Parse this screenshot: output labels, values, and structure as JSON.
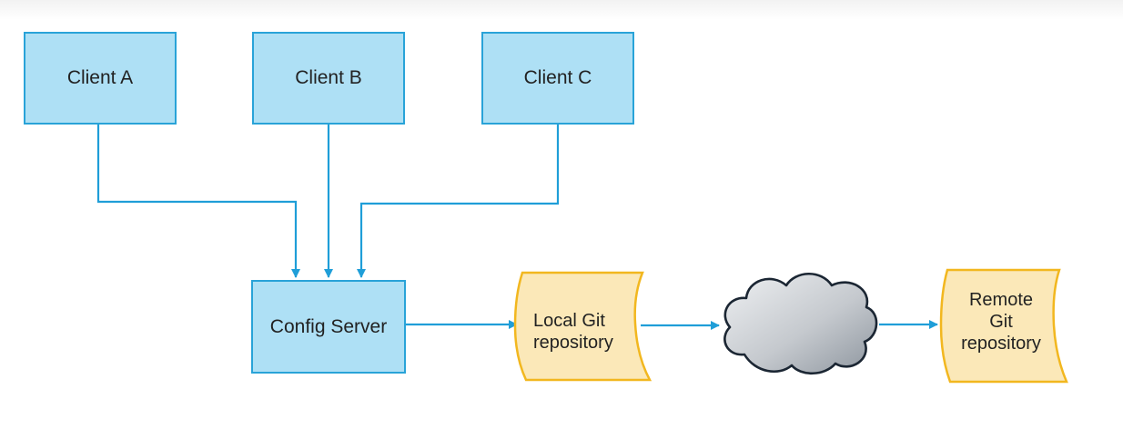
{
  "diagram": {
    "clients": [
      {
        "label": "Client A"
      },
      {
        "label": "Client B"
      },
      {
        "label": "Client C"
      }
    ],
    "config_server": {
      "label": "Config Server"
    },
    "local_repo": {
      "line1": "Local Git",
      "line2": "repository"
    },
    "remote_repo": {
      "line1": "Remote",
      "line2": "Git",
      "line3": "repository"
    },
    "colors": {
      "box_fill": "#aee0f5",
      "box_border": "#29a3d8",
      "doc_fill": "#fbe8b8",
      "doc_border": "#f2b71f",
      "arrow": "#1f9ed8",
      "cloud_dark": "#8d959e",
      "cloud_light": "#eef0f2"
    }
  }
}
